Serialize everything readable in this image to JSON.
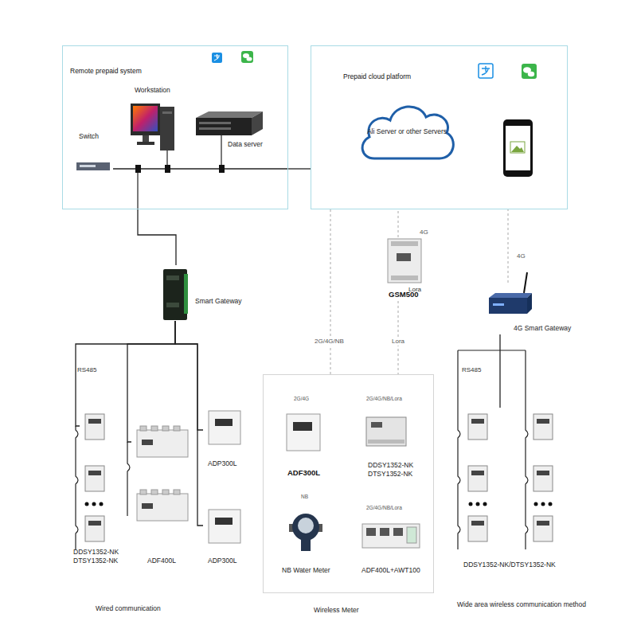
{
  "diagram": {
    "nodes": [
      {
        "text": [
          "Remote prepaid system"
        ]
      },
      {
        "text": [
          "Workstation"
        ],
        "in": 0
      },
      {
        "text": [
          "Switch"
        ],
        "in": 0
      },
      {
        "text": [
          "Data server"
        ],
        "in": 0
      },
      {
        "text": [
          "Prepaid cloud platform"
        ]
      },
      {
        "text": [
          "Ali Server or other Servers"
        ],
        "in": 4
      },
      {
        "text": [
          "Smart Gateway"
        ]
      },
      {
        "text": [
          "GSM500"
        ]
      },
      {
        "text": [
          "4G Smart Gateway"
        ]
      },
      {
        "text": [
          "Wireless Meter"
        ]
      },
      {
        "text": [
          "2G/4G",
          "ADF300L"
        ],
        "in": 9
      },
      {
        "text": [
          "2G/4G/NB/Lora",
          "DDSY1352-NK DTSY1352-NK"
        ],
        "in": 9
      },
      {
        "text": [
          "NB",
          "NB Water Meter"
        ],
        "in": 9
      },
      {
        "text": [
          "2G/4G/NB/Lora",
          "ADF400L+AWT100"
        ],
        "in": 9
      },
      {
        "text": [
          "DDSY1352-NK DTSY1352-NK"
        ]
      },
      {
        "text": [
          "ADF400L"
        ]
      },
      {
        "text": [
          "ADP300L"
        ]
      },
      {
        "text": [
          "ADP300L"
        ]
      },
      {
        "text": [
          "DDSY1352-NK/DTSY1352-NK"
        ]
      }
    ],
    "edges": [
      {
        "from": 0,
        "to": 4,
        "arrow": "none"
      },
      {
        "from": 0,
        "to": 6,
        "arrow": "none"
      },
      {
        "from": 7,
        "to": 4,
        "label": "4G",
        "arrow": "none"
      },
      {
        "from": 8,
        "to": 4,
        "label": "4G",
        "arrow": "none"
      },
      {
        "from": 4,
        "to": 9,
        "label": "2G/4G/NB",
        "arrow": "none"
      },
      {
        "from": 7,
        "to": 9,
        "label": "Lora",
        "arrow": "none"
      },
      {
        "from": 6,
        "to": 14,
        "arrow": "none"
      },
      {
        "from": 6,
        "to": 15,
        "arrow": "none"
      },
      {
        "from": 6,
        "to": 16,
        "arrow": "none"
      },
      {
        "from": 6,
        "to": 17,
        "arrow": "none"
      },
      {
        "from": 8,
        "to": 18,
        "arrow": "none"
      }
    ],
    "labels": [
      "Lora",
      "RS485",
      "RS485",
      "Wired communication",
      "Wide area wireless communication method"
    ]
  }
}
